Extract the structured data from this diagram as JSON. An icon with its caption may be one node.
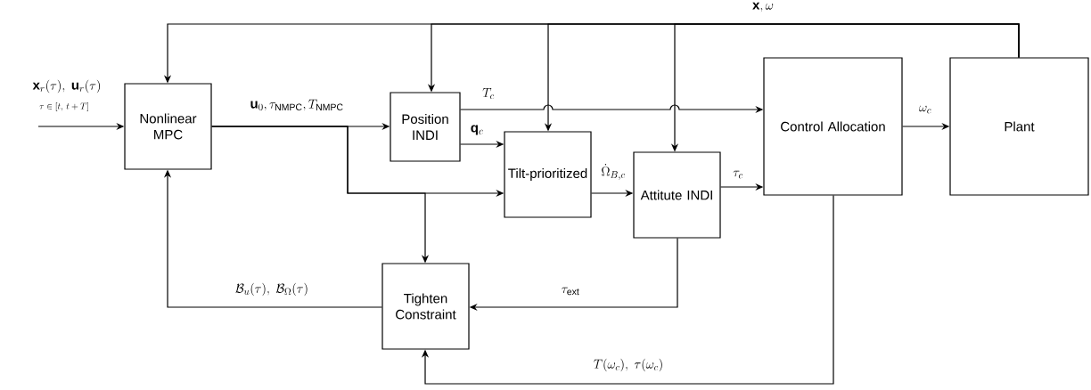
{
  "diagram": {
    "nodes": [
      {
        "text": [
          "Nonlinear MPC"
        ]
      },
      {
        "text": [
          "Position INDI"
        ]
      },
      {
        "text": [
          "Tilt-prioritized"
        ]
      },
      {
        "text": [
          "Attitute INDI"
        ]
      },
      {
        "text": [
          "Control Allocation"
        ]
      },
      {
        "text": [
          "Plant"
        ]
      },
      {
        "text": [
          "Tighten Constraint"
        ]
      }
    ],
    "edges": [
      {
        "from": null,
        "to": 0,
        "arrow": "to",
        "label": "\\mathbf{x}_r(\\tau),\\ \\mathbf{u}_r(\\tau)"
      },
      {
        "from": 0,
        "to": 1,
        "arrow": "to",
        "label": "\\mathbf{u}_0, \\tau_{\\mathrm{NMPC}}, T_{\\mathrm{NMPC}}"
      },
      {
        "from": 0,
        "to": 2,
        "arrow": "to"
      },
      {
        "from": 0,
        "to": 6,
        "arrow": "to"
      },
      {
        "from": 5,
        "to": 0,
        "arrow": "to",
        "label": "\\mathbf{x}, \\omega"
      },
      {
        "from": 5,
        "to": 1,
        "arrow": "to"
      },
      {
        "from": 5,
        "to": 2,
        "arrow": "to"
      },
      {
        "from": 5,
        "to": 3,
        "arrow": "to"
      },
      {
        "from": 1,
        "to": 4,
        "arrow": "to",
        "label": "T_c"
      },
      {
        "from": 1,
        "to": 2,
        "arrow": "to",
        "label": "\\mathbf{q}_c"
      },
      {
        "from": 2,
        "to": 3,
        "arrow": "to",
        "label": "\\dot{\\Omega}_{B,c}"
      },
      {
        "from": 3,
        "to": 4,
        "arrow": "to",
        "label": "\\tau_c"
      },
      {
        "from": 4,
        "to": 5,
        "arrow": "to",
        "label": "\\omega_c"
      },
      {
        "from": 3,
        "to": 6,
        "arrow": "to",
        "label": "\\tau_{\\mathrm{ext}}"
      },
      {
        "from": 6,
        "to": 0,
        "arrow": "to",
        "label": "\\mathcal{B}_u(\\tau),\\ \\mathcal{B}_\\Omega(\\tau)"
      },
      {
        "from": 4,
        "to": 6,
        "arrow": "to",
        "label": "T(\\omega_c),\\ \\tau(\\omega_c)"
      }
    ],
    "labels": [
      "\\tau\\in[t,\\,t+T]"
    ]
  }
}
